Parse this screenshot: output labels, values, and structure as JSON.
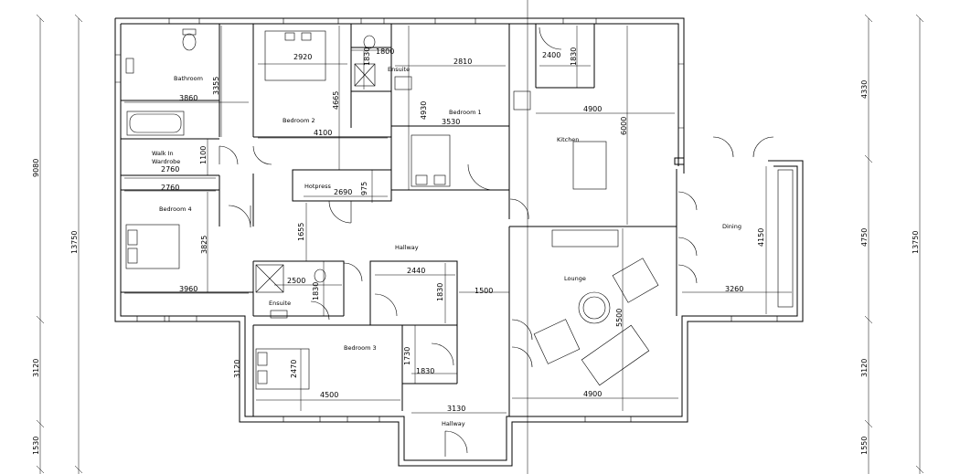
{
  "rooms": {
    "bathroom": "Bathroom",
    "bedroom2": "Bedroom 2",
    "ensuite_top": "Ensuite",
    "bedroom1": "Bedroom 1",
    "kitchen": "Kitchen",
    "walkin_line1": "Walk In",
    "walkin_line2": "Wardrobe",
    "hotpress": "Hotpress",
    "bedroom4": "Bedroom 4",
    "hallway": "Hallway",
    "dining": "Dining",
    "lounge": "Lounge",
    "ensuite_bottom": "Ensuite",
    "bedroom3": "Bedroom 3",
    "hallway_bottom": "Hallway"
  },
  "dimensions": {
    "bathroom_width": "3860",
    "bathroom_height": "3355",
    "bed2_width": "2920",
    "bed2_height": "4665",
    "bed2_lower_width": "4100",
    "ensuite_top_width": "1800",
    "ensuite_top_height": "1830",
    "bed1_width": "2810",
    "bed1_height": "4930",
    "bed1_lower_width": "3530",
    "kitchen_top_width": "2400",
    "kitchen_top_height": "1830",
    "kitchen_width": "4900",
    "kitchen_height": "6000",
    "walkin_height": "1100",
    "walkin_width": "2760",
    "bed4_top_width": "2760",
    "hotpress_width": "2690",
    "hotpress_height": "975",
    "bed4_height": "3825",
    "bed4_width": "3960",
    "hall_height": "1655",
    "ensuite_b_width": "2500",
    "ensuite_b_height": "1830",
    "store_width": "2440",
    "store_height": "1830",
    "hall_width": "1500",
    "lounge_height": "5500",
    "lounge_width": "4900",
    "dining_width": "3260",
    "dining_height": "4150",
    "bed3_height": "2470",
    "bed3_width": "4500",
    "wardrobe_height": "1730",
    "wardrobe_width": "1830",
    "hall_bottom_width": "3130",
    "bed3_wing_height": "3120"
  },
  "side_dims": {
    "left_upper": "9080",
    "left_total": "13750",
    "left_mid": "3120",
    "left_bottom": "1530",
    "right_upper": "4330",
    "right_mid": "4750",
    "right_total": "13750",
    "right_lower": "3120",
    "right_bottom": "1550"
  }
}
